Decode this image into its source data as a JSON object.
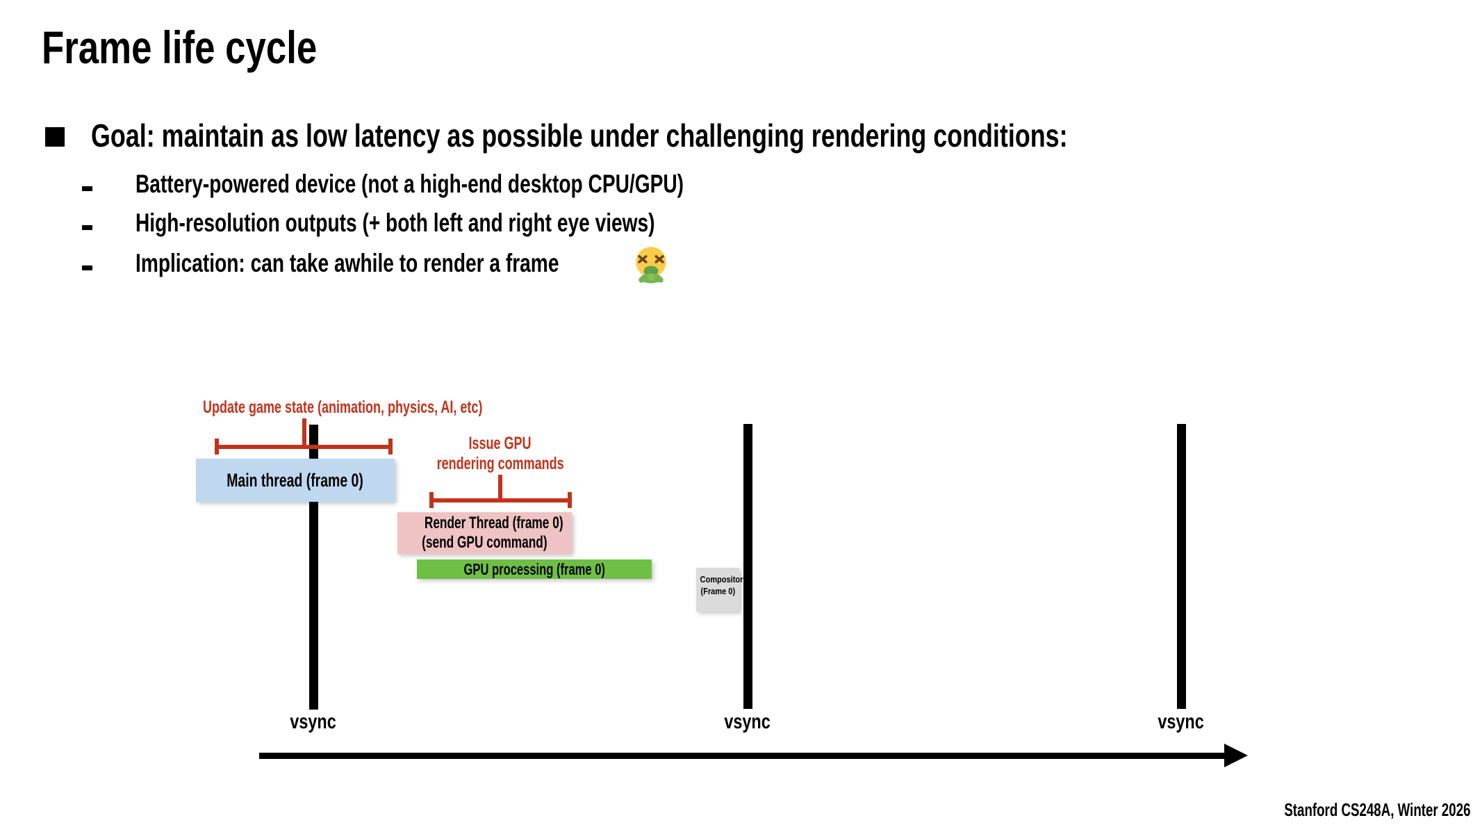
{
  "slide": {
    "title": "Frame life cycle",
    "bullet": "Goal: maintain as low latency as possible under challenging rendering conditions:",
    "sub_bullets": [
      "Battery-powered device (not a high-end desktop CPU/GPU)",
      "High-resolution outputs (+ both left and right eye views)",
      "Implication: can take awhile to render a frame"
    ],
    "implication_emoji": "🤮",
    "footer": "Stanford CS248A, Winter 2026"
  },
  "diagram": {
    "update_label": "Update game state (animation, physics, AI, etc)",
    "issue_label_line1": "Issue GPU",
    "issue_label_line2": "rendering commands",
    "main_thread_box": "Main thread (frame 0)",
    "render_thread_box_line1": "Render Thread (frame 0)",
    "render_thread_box_line2": "(send GPU command)",
    "gpu_box": "GPU processing (frame 0)",
    "compositor_box_line1": "Compositor",
    "compositor_box_line2": "(Frame 0)",
    "vsync_labels": [
      "vsync",
      "vsync",
      "vsync"
    ]
  },
  "colors": {
    "accent_red": "#C2331C",
    "main_thread_fill": "#BFD8EF",
    "render_thread_fill": "#EFC3C4",
    "gpu_fill": "#6EC044",
    "compositor_fill": "#DBDBDB"
  }
}
